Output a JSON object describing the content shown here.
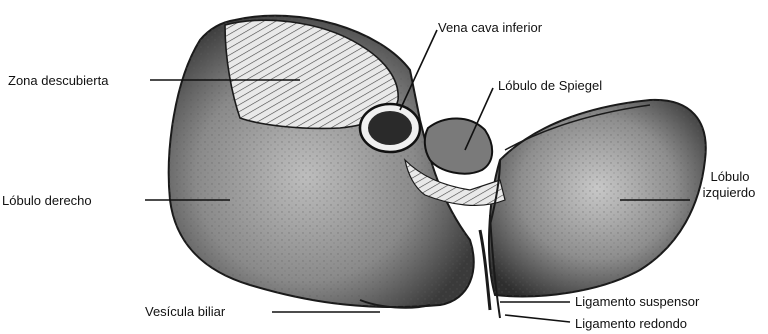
{
  "figure": {
    "labels": {
      "zona_descubierta": "Zona descubierta",
      "vena_cava_inferior": "Vena cava inferior",
      "lobulo_spiegel": "Lóbulo de Spiegel",
      "lobulo_derecho": "Lóbulo derecho",
      "lobulo_izquierdo_line1": "Lóbulo",
      "lobulo_izquierdo_line2": "izquierdo",
      "vesicula_biliar": "Vesícula biliar",
      "ligamento_suspensor": "Ligamento suspensor",
      "ligamento_redondo": "Ligamento redondo"
    }
  }
}
